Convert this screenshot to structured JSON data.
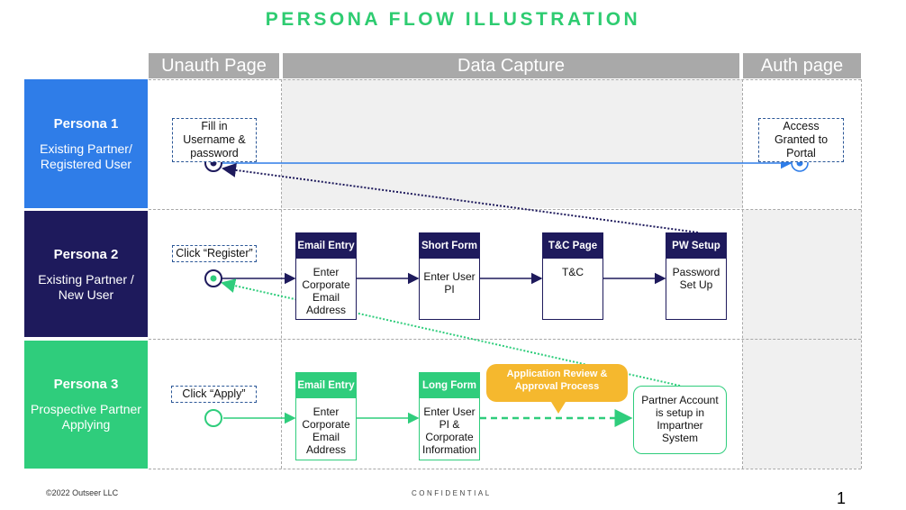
{
  "title": "PERSONA FLOW ILLUSTRATION",
  "columns": {
    "unauth": "Unauth Page",
    "capture": "Data Capture",
    "auth": "Auth page"
  },
  "personas": [
    {
      "name": "Persona 1",
      "desc": "Existing Partner/ Registered User",
      "color": "#2f7de8"
    },
    {
      "name": "Persona 2",
      "desc": "Existing Partner / New User",
      "color": "#1e1a5c"
    },
    {
      "name": "Persona 3",
      "desc": "Prospective Partner Applying",
      "color": "#2fcd7c"
    }
  ],
  "labels": {
    "fill_in": "Fill in Username & password",
    "access": "Access Granted to Portal",
    "register": "Click “Register”",
    "apply": "Click “Apply”"
  },
  "persona2_steps": [
    {
      "head": "Email Entry",
      "body": "Enter Corporate Email Address"
    },
    {
      "head": "Short Form",
      "body": "Enter User PI"
    },
    {
      "head": "T&C Page",
      "body": "T&C"
    },
    {
      "head": "PW Setup",
      "body": "Password Set Up"
    }
  ],
  "persona3_steps": [
    {
      "head": "Email Entry",
      "body": "Enter Corporate Email Address"
    },
    {
      "head": "Long Form",
      "body": "Enter User PI & Corporate Information"
    }
  ],
  "callout": "Application Review & Approval Process",
  "account": "Partner Account is setup in Impartner System",
  "footer": {
    "copyright": "©2022 Outseer LLC",
    "confidential": "CONFIDENTIAL",
    "page": "1"
  },
  "colors": {
    "accent_green": "#2fcd7c",
    "persona1_blue": "#2f7de8",
    "persona2_navy": "#1e1a5c",
    "callout_orange": "#f5b82e"
  }
}
